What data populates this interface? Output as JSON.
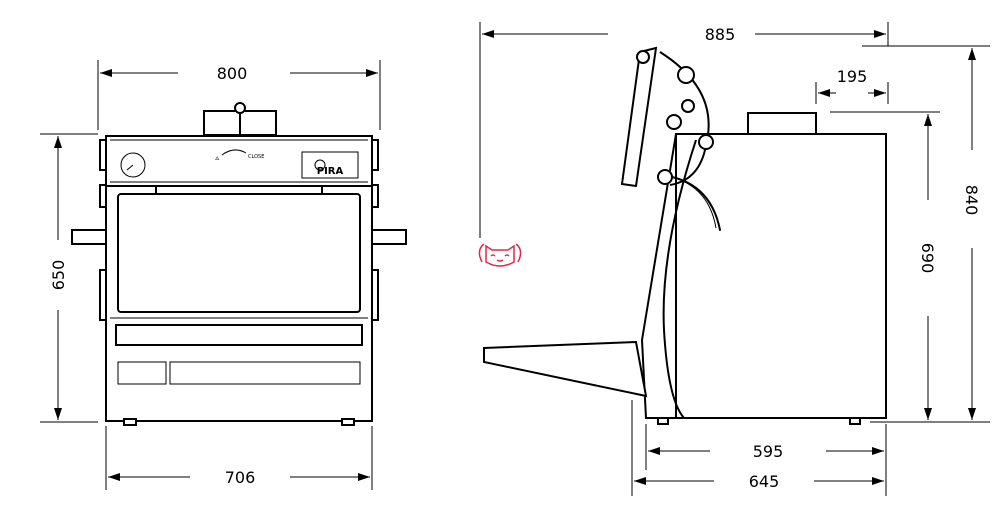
{
  "front_view": {
    "width_top": "800",
    "width_bottom": "706",
    "height": "650",
    "panel_label": "CLOSE",
    "logo_text": "PIRA"
  },
  "side_view": {
    "depth_overall": "885",
    "chimney_offset": "195",
    "body_height": "690",
    "overall_height": "840",
    "body_depth": "595",
    "base_depth": "645"
  },
  "watermark": "cat-logo"
}
